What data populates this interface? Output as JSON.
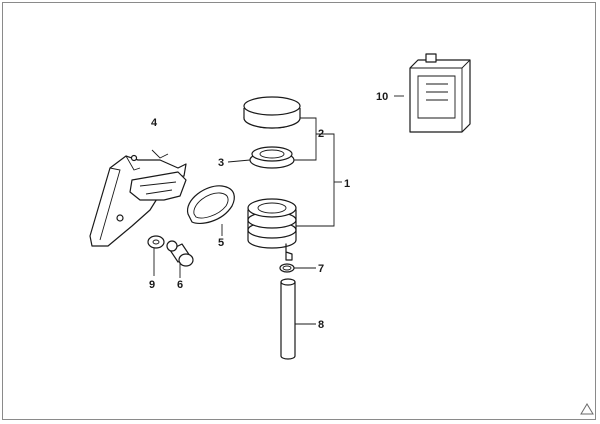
{
  "callouts": {
    "c1": "1",
    "c2": "2",
    "c3": "3",
    "c4": "4",
    "c5": "5",
    "c6": "6",
    "c7": "7",
    "c8": "8",
    "c9": "9",
    "c10": "10"
  },
  "corner_icon": "triangle-icon"
}
